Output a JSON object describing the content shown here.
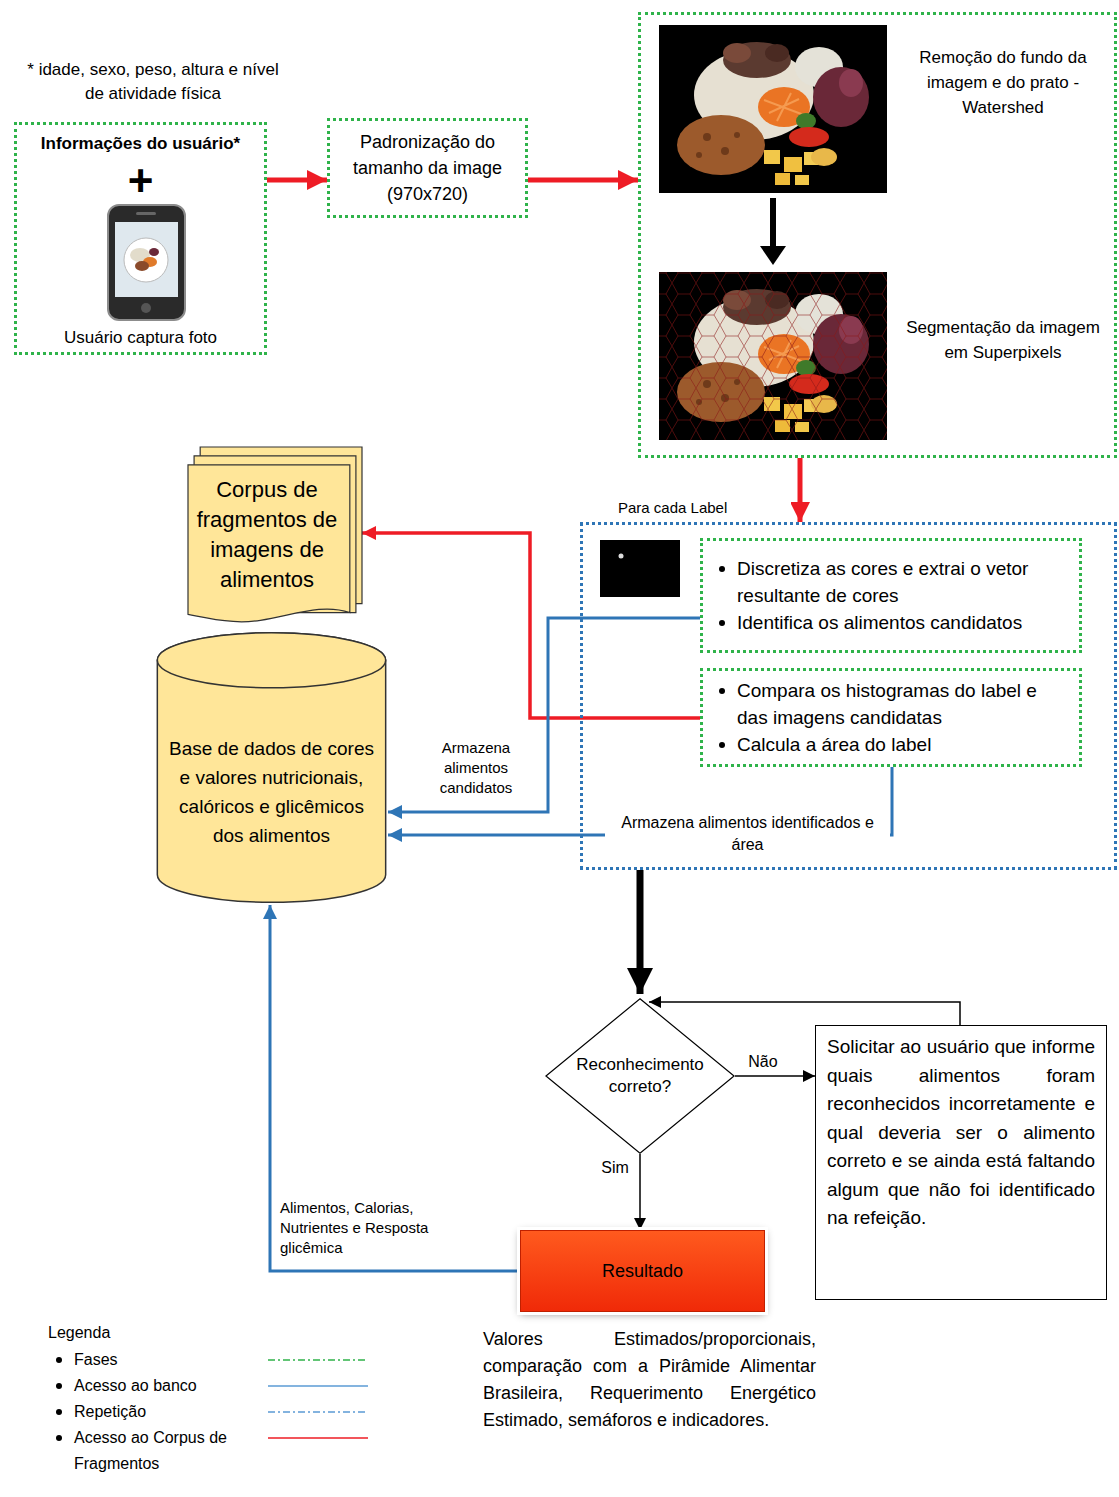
{
  "diagram": {
    "nodes": [
      {
        "text": [
          "Informações do usuário*",
          "+",
          "Usuário captura foto"
        ]
      },
      {
        "text": [
          "Padronização do tamanho da image (970x720)"
        ]
      },
      {
        "text": [
          "Remoção do fundo da imagem e do prato - Watershed",
          "Segmentação da imagem em Superpixels"
        ]
      },
      {
        "text": [
          "Corpus de fragmentos de imagens de alimentos"
        ]
      },
      {
        "text": [
          "Para cada Label"
        ]
      },
      {
        "text": [
          "Discretiza as cores e extrai o vetor resultante de cores",
          "Identifica os alimentos candidatos"
        ],
        "in": 4
      },
      {
        "text": [
          "Compara os histogramas do label e das imagens candidatas",
          "Calcula a área do label"
        ],
        "in": 4
      },
      {
        "text": [
          "Base de dados de cores e valores nutricionais, calóricos e glicêmicos dos alimentos"
        ]
      },
      {
        "text": [
          "Reconhecimento correto?"
        ]
      },
      {
        "text": [
          "Solicitar ao usuário que informe quais alimentos foram reconhecidos incorretamente e qual deveria ser o alimento correto e se ainda está faltando algum que não foi identificado na refeição."
        ]
      },
      {
        "text": [
          "Resultado"
        ]
      }
    ],
    "edges": [
      {
        "from": 0,
        "to": 1,
        "arrow": "to"
      },
      {
        "from": 1,
        "to": 2,
        "arrow": "to"
      },
      {
        "from": 2,
        "to": 4,
        "arrow": "to"
      },
      {
        "from": 6,
        "to": 3,
        "arrow": "to"
      },
      {
        "from": 5,
        "to": 7,
        "label": "Armazena alimentos candidatos",
        "arrow": "to"
      },
      {
        "from": 6,
        "to": 7,
        "label": "Armazena alimentos identificados e área",
        "arrow": "to"
      },
      {
        "from": 4,
        "to": 8,
        "arrow": "to"
      },
      {
        "from": 8,
        "to": 9,
        "label": "Não",
        "arrow": "to"
      },
      {
        "from": 9,
        "to": 8,
        "arrow": "to"
      },
      {
        "from": 8,
        "to": 10,
        "label": "Sim",
        "arrow": "to"
      },
      {
        "from": 10,
        "to": 7,
        "label": "Alimentos, Calorias, Nutrientes e Resposta glicêmica",
        "arrow": "to"
      }
    ],
    "labels": [
      "* idade, sexo, peso, altura e nível de atividade física",
      "Valores Estimados/proporcionais, comparação com a Pirâmide Alimentar Brasileira, Requerimento Energético Estimado, semáforos e indicadores.",
      "Legenda"
    ],
    "legend": [
      {
        "text": "Fases"
      },
      {
        "text": "Acesso ao banco"
      },
      {
        "text": "Repetição"
      },
      {
        "text": "Acesso ao Corpus de Fragmentos"
      }
    ]
  }
}
